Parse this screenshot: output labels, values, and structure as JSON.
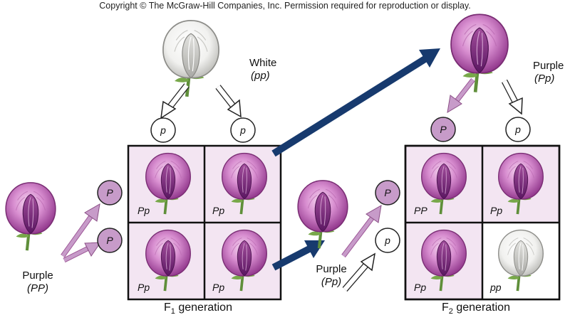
{
  "copyright": "Copyright © The McGraw-Hill Companies, Inc. Permission required for reproduction or display.",
  "colors": {
    "purple_allele_fill": "#c79bc9",
    "white_allele_fill": "#ffffff",
    "cell_fill": "#f3e5f2",
    "arrow_navy": "#173a6e",
    "purple_arrow": "#c79bc9"
  },
  "parents": {
    "white": {
      "name": "White",
      "genotype": "(pp)",
      "gametes": [
        "p",
        "p"
      ]
    },
    "purple": {
      "name": "Purple",
      "genotype": "(PP)",
      "gametes": [
        "P",
        "P"
      ]
    }
  },
  "f1": {
    "cells": [
      "Pp",
      "Pp",
      "Pp",
      "Pp"
    ],
    "label_base": "F",
    "label_sub": "1",
    "label_rest": " generation",
    "selected": {
      "name": "Purple",
      "genotype": "(Pp)",
      "gametes": [
        "P",
        "p"
      ]
    }
  },
  "f2": {
    "top_parent": {
      "name": "Purple",
      "genotype": "(Pp)",
      "gametes": [
        "P",
        "p"
      ]
    },
    "cells": [
      "PP",
      "Pp",
      "Pp",
      "pp"
    ],
    "label_base": "F",
    "label_sub": "2",
    "label_rest": " generation"
  }
}
